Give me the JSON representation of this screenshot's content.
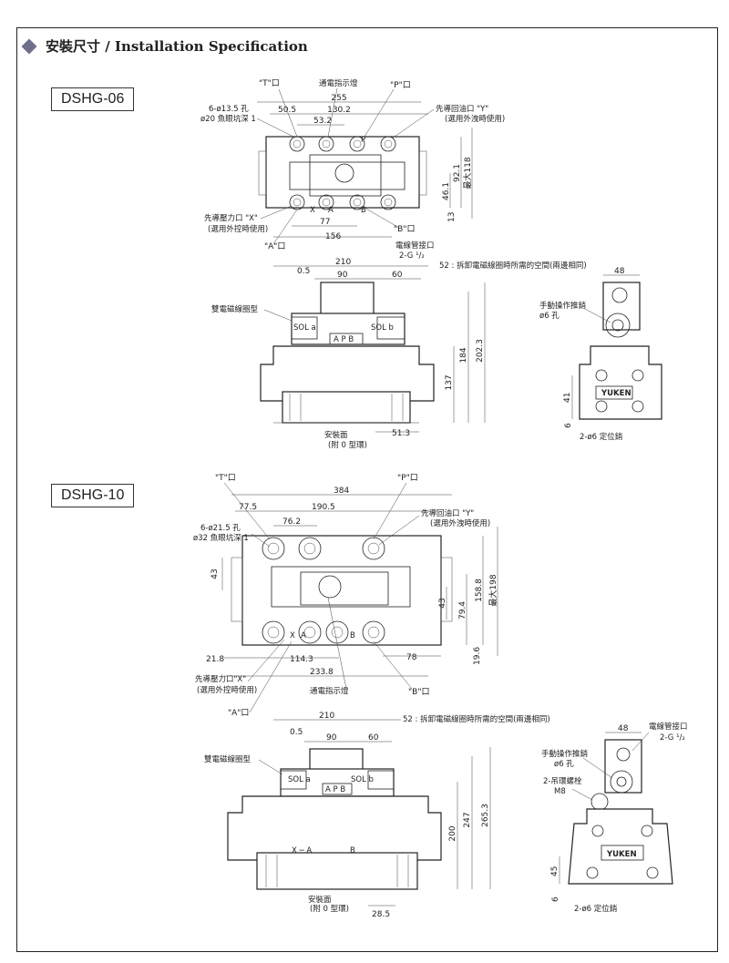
{
  "header": {
    "title": "安裝尺寸 / Installation Specification"
  },
  "models": [
    "DSHG-06",
    "DSHG-10"
  ],
  "dshg06": {
    "top": {
      "port_t": "\"T\"口",
      "indicator": "通電指示燈",
      "port_p": "\"P\"口",
      "holes": "6-ø13.5 孔",
      "counterbore": "ø20 魚眼坑深 1",
      "pilot_y": "先導回油口 \"Y\"",
      "pilot_y_note": "(選用外洩時使用)",
      "pilot_x": "先導壓力口 \"X\"",
      "pilot_x_note": "(選用外控時使用)",
      "port_a": "\"A\"口",
      "port_b": "\"B\"口",
      "d255": "255",
      "d50_5": "50.5",
      "d130_2": "130.2",
      "d53_2": "53.2",
      "d77": "77",
      "d156": "156",
      "d46_1": "46.1",
      "d92_1": "92.1",
      "dmax118": "最大118",
      "d13": "13",
      "mark_x": "X",
      "mark_a": "A",
      "mark_b": "B",
      "mark_p": "P"
    },
    "front": {
      "conduit": "電線管接口",
      "conduit_size": "2-G ¹/₂",
      "clearance": "52 : 拆卸電磁線圈時所需的空間(兩邊相同)",
      "coil": "雙電磁線圈型",
      "sol_a": "SOL a",
      "sol_b": "SOL b",
      "apb": "A P B",
      "d210": "210",
      "d0_5": "0.5",
      "d90": "90",
      "d60": "60",
      "d137": "137",
      "d184": "184",
      "d202_3": "202.3",
      "d51_3": "51.3",
      "mount": "安裝面",
      "oring": "(附 0 型環)"
    },
    "side": {
      "d48": "48",
      "manual": "手動操作推銷",
      "manual_hole": "ø6 孔",
      "brand": "YUKEN",
      "d41": "41",
      "d6": "6",
      "pin": "2-ø6 定位銷"
    }
  },
  "dshg10": {
    "top": {
      "port_t": "\"T\"口",
      "port_p": "\"P\"口",
      "d384": "384",
      "d77_5": "77.5",
      "d190_5": "190.5",
      "d76_2": "76.2",
      "holes": "6-ø21.5 孔",
      "counterbore": "ø32 魚眼坑深 1",
      "pilot_y": "先導回油口 \"Y\"",
      "pilot_y_note": "(選用外洩時使用)",
      "d43a": "43",
      "d43b": "43",
      "d79_4": "79.4",
      "d158_8": "158.8",
      "dmax198": "最大198",
      "d21_8": "21.8",
      "d114_3": "114.3",
      "d78": "78",
      "d19_6": "19.6",
      "d233_8": "233.8",
      "pilot_x": "先導壓力口\"X\"",
      "pilot_x_note": "(選用外控時使用)",
      "indicator": "通電指示燈",
      "port_b": "\"B\"口",
      "port_a": "\"A\"口",
      "mark_x": "X",
      "mark_a": "A",
      "mark_b": "B"
    },
    "front": {
      "d210": "210",
      "d0_5": "0.5",
      "d90": "90",
      "d60": "60",
      "clearance": "52 : 拆卸電磁線圈時所需的空間(兩邊相同)",
      "coil": "雙電磁線圈型",
      "sol_a": "SOL a",
      "sol_b": "SOL b",
      "apb": "A P B",
      "d200": "200",
      "d247": "247",
      "d265_3": "265.3",
      "d28_5": "28.5",
      "mount": "安裝面",
      "oring": "(附 0 型環)",
      "mark_xa": "X ─ A",
      "mark_b": "B"
    },
    "side": {
      "d48": "48",
      "conduit": "電線管接口",
      "conduit_size": "2-G ¹/₂",
      "manual": "手動操作推銷",
      "manual_hole": "ø6 孔",
      "eyebolt": "2-吊環螺栓",
      "eyebolt_size": "M8",
      "brand": "YUKEN",
      "d45": "45",
      "d6": "6",
      "pin": "2-ø6 定位銷"
    }
  }
}
